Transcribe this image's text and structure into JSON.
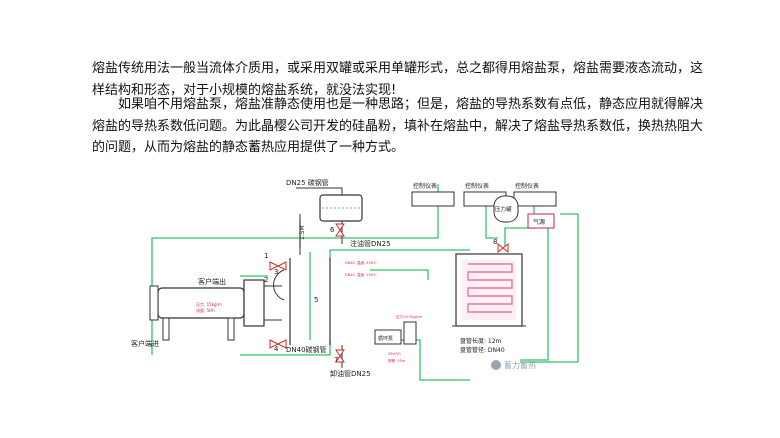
{
  "text": {
    "p1": "熔盐传统用法一般当流体介质用，或采用双罐或采用单罐形式，总之都得用熔盐泵，熔盐需要液态流动，这样结构和形态，对于小规模的熔盐系统，就没法实现!",
    "p2": "如果咱不用熔盐泵，熔盐准静态使用也是一种思路；但是，熔盐的导热系数有点低，静态应用就得解决熔盐的导热系数低问题。为此晶樱公司开发的硅晶粉，填补在熔盐中，解决了熔盐导热系数低，换热热阻大的问题，从而为熔盐的静态蓄热应用提供了一种方式。"
  },
  "diagram": {
    "labels": {
      "top_pipe": "DN25 碳钢管",
      "height": "1.5M",
      "fill_pipe": "注油管DN25",
      "main_pipe": "DN40碳钢管",
      "drain_pipe": "卸油管DN25",
      "customer_out": "客户端出",
      "customer_in": "客户端进",
      "pump": "循环泵",
      "pressure_tank": "压力罐",
      "gas_source": "气源",
      "ctrl_1": "控制仪表",
      "ctrl_2": "控制仪表",
      "ctrl_3": "控制仪表",
      "tank_spec_1": "盘管长度: 12m",
      "tank_spec_2": "盘管管径: DN40",
      "hx_note_1": "压力: 15kg/m",
      "hx_note_2": "流量: 5t/h",
      "pump_note": "压力≈2.5kg/cm",
      "pipe_note_1": "DN40, 温度: 250℃",
      "pipe_note_2": "DN40, 温度: 150℃",
      "pump_side_1": "25m³/h",
      "pump_side_2": "扬程: 15m"
    },
    "numbers": [
      "1",
      "2",
      "3",
      "4",
      "5",
      "6",
      "7",
      "8"
    ],
    "watermark": "蓄力蓄热"
  },
  "colors": {
    "pipe_green": "#33c46a",
    "accent_red": "#d21d58",
    "line": "#333333",
    "tank_pink": "#e07aa0"
  }
}
